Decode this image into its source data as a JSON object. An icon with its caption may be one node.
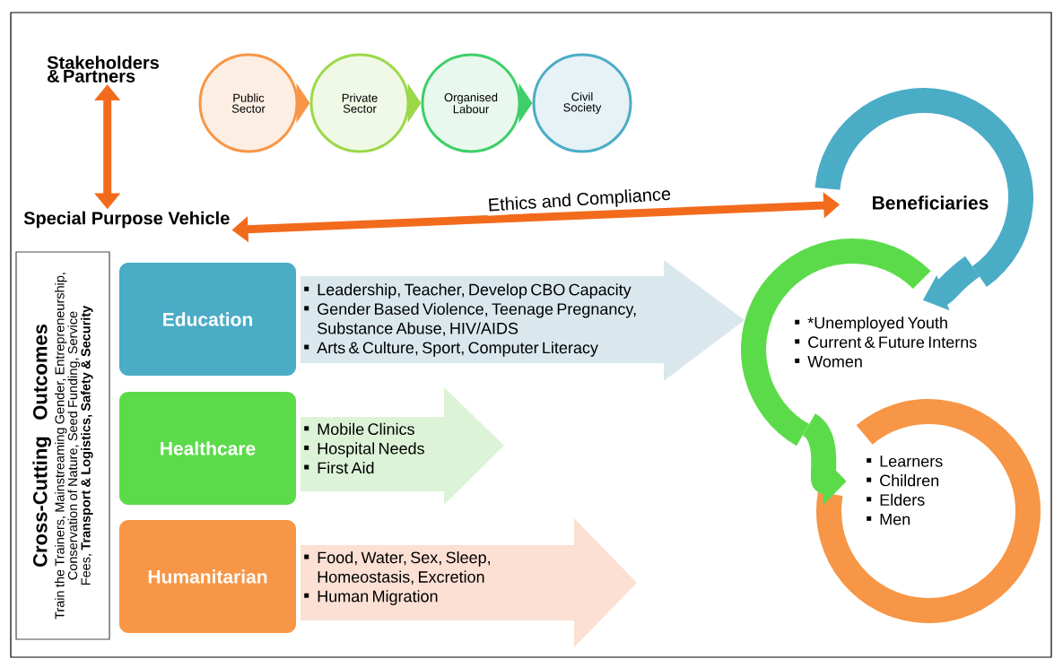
{
  "diagram": {
    "nodes": [
      {
        "text": [
          "Stakeholders & Partners"
        ]
      },
      {
        "text": [
          "Public Sector"
        ]
      },
      {
        "text": [
          "Private Sector"
        ]
      },
      {
        "text": [
          "Organised Labour"
        ]
      },
      {
        "text": [
          "Civil Society"
        ]
      },
      {
        "text": [
          "Special Purpose Vehicle"
        ]
      },
      {
        "text": [
          "Cross-Cutting Outcomes",
          "Train the Trainers, Mainstreaming Gender, Entrepreneurship, Conservation of Nature, Seed Funding, Service Fees, **Transport & Logistics, Safety & Security**"
        ]
      },
      {
        "text": [
          "Education"
        ]
      },
      {
        "text": [
          "Leadership, Teacher, Develop CBO Capacity",
          "Gender Based Violence, Teenage Pregnancy, Substance Abuse, HIV/AIDS",
          "Arts & Culture, Sport, Computer Literacy"
        ]
      },
      {
        "text": [
          "Healthcare"
        ]
      },
      {
        "text": [
          "Mobile Clinics",
          "Hospital Needs",
          "First Aid"
        ]
      },
      {
        "text": [
          "Humanitarian"
        ]
      },
      {
        "text": [
          "Food, Water, Sex, Sleep, Homeostasis, Excretion",
          "Human Migration"
        ]
      },
      {
        "text": [
          "Beneficiaries"
        ]
      },
      {
        "text": [
          "*Unemployed Youth",
          "Current & Future Interns",
          "Women"
        ]
      },
      {
        "text": [
          "Learners",
          "Children",
          "Elders",
          "Men"
        ]
      }
    ],
    "edges": [
      {
        "from": 0,
        "to": 5,
        "arrow": "both",
        "color": "#f26b1d"
      },
      {
        "from": 1,
        "to": 2,
        "arrow": "to",
        "color": "#f79646"
      },
      {
        "from": 2,
        "to": 3,
        "arrow": "to",
        "color": "#9bd84a"
      },
      {
        "from": 3,
        "to": 4,
        "arrow": "to",
        "color": "#3ecf6a"
      },
      {
        "from": 5,
        "to": 13,
        "arrow": "both",
        "label": "Ethics and Compliance",
        "color": "#f26b1d"
      },
      {
        "from": 13,
        "to": 14,
        "arrow": "to",
        "style": "thick",
        "color": "#4bacc6"
      },
      {
        "from": 14,
        "to": 15,
        "arrow": "to",
        "style": "thick",
        "color": "#5cdb4a"
      }
    ]
  }
}
